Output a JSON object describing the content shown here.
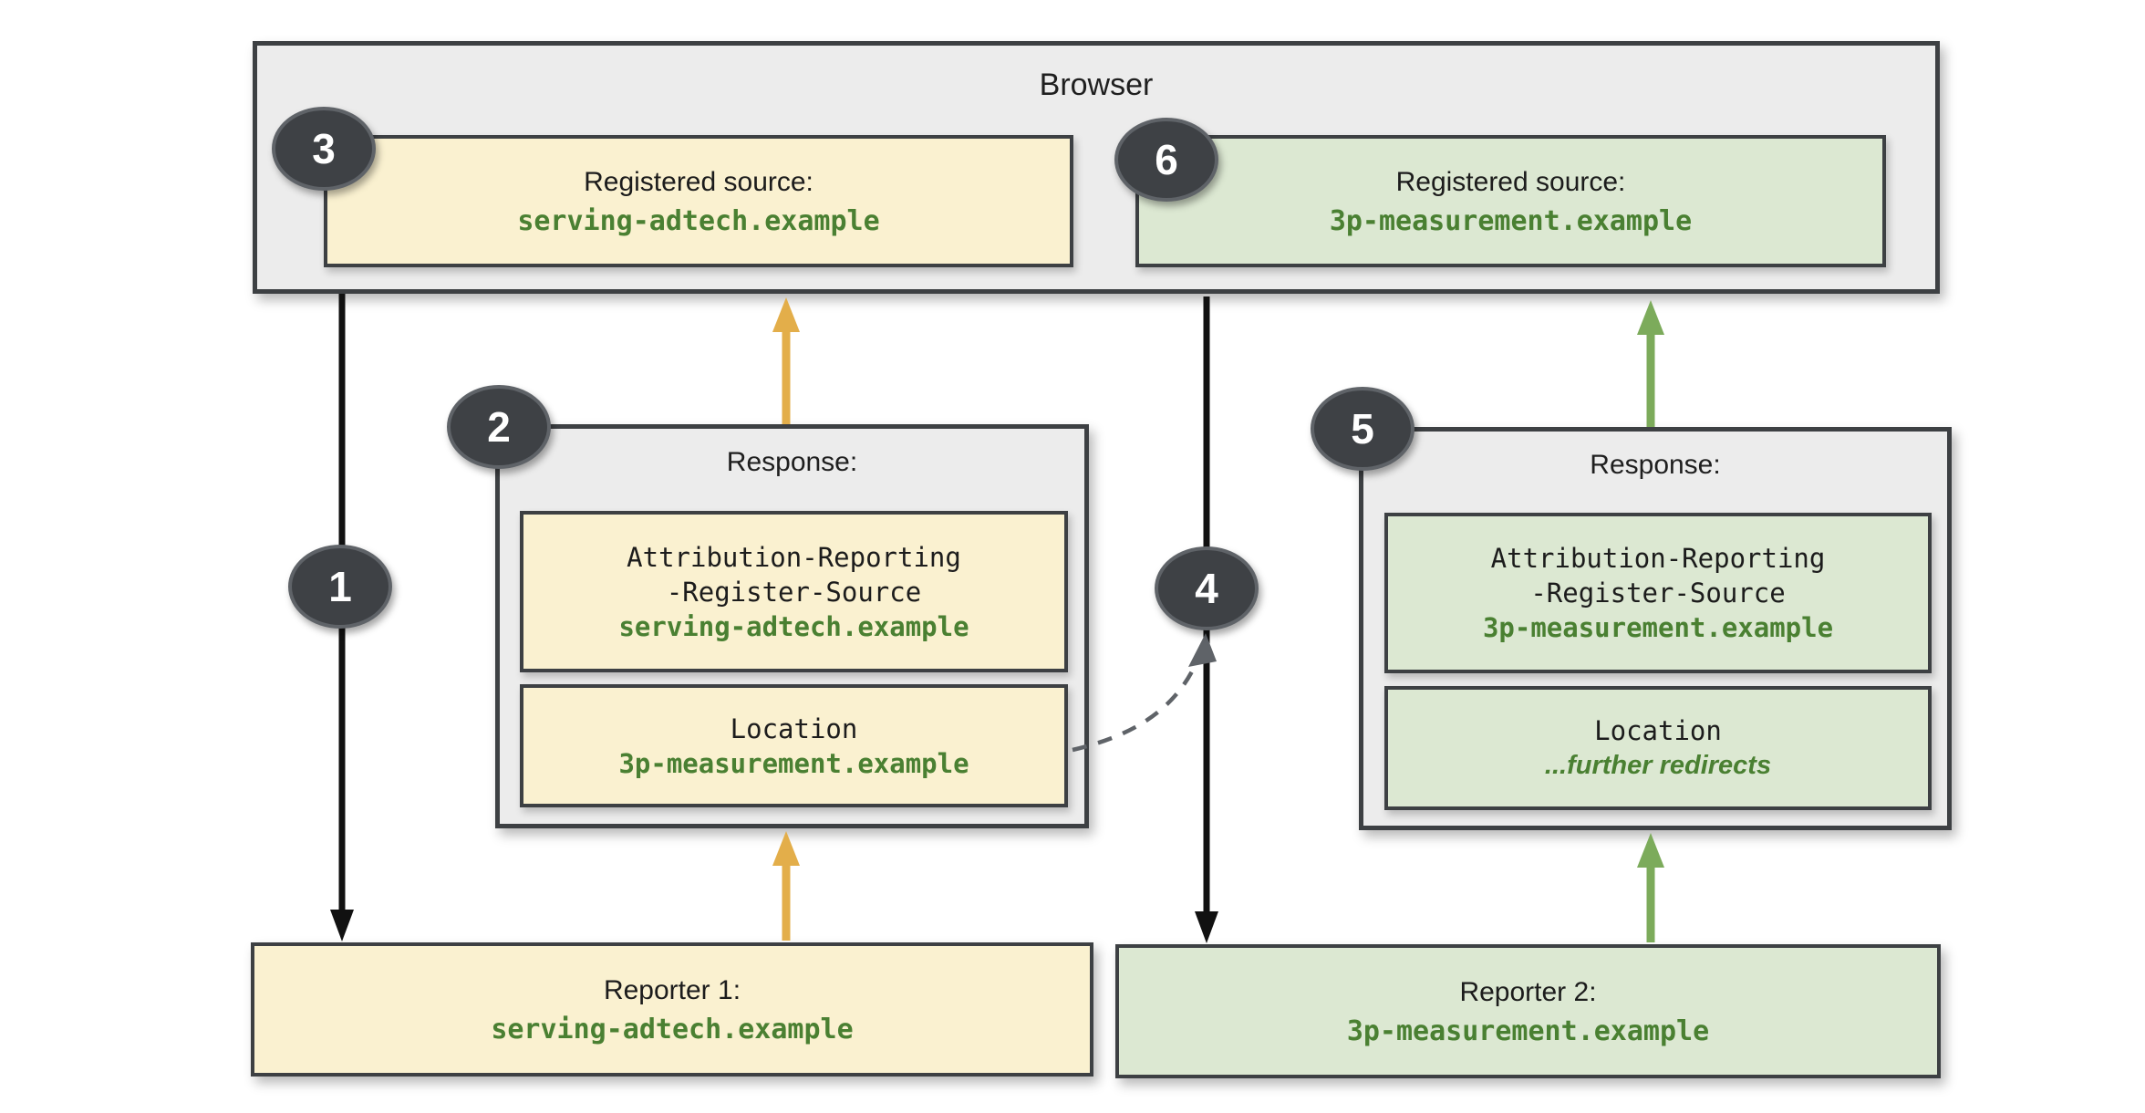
{
  "steps": [
    "1",
    "2",
    "3",
    "4",
    "5",
    "6"
  ],
  "browser": {
    "title": "Browser"
  },
  "registered_sources": [
    {
      "badge": "3",
      "label": "Registered source:",
      "domain": "serving-adtech.example",
      "theme": "yellow"
    },
    {
      "badge": "6",
      "label": "Registered source:",
      "domain": "3p-measurement.example",
      "theme": "green"
    }
  ],
  "responses": [
    {
      "badge": "2",
      "title": "Response:",
      "theme": "yellow",
      "header_box": {
        "line1": "Attribution-Reporting",
        "line2": "-Register-Source",
        "value": "serving-adtech.example"
      },
      "location_box": {
        "line1": "Location",
        "value": "3p-measurement.example"
      }
    },
    {
      "badge": "5",
      "title": "Response:",
      "theme": "green",
      "header_box": {
        "line1": "Attribution-Reporting",
        "line2": "-Register-Source",
        "value": "3p-measurement.example"
      },
      "location_box": {
        "line1": "Location",
        "value": "...further redirects"
      }
    }
  ],
  "reporters": [
    {
      "label": "Reporter 1:",
      "domain": "serving-adtech.example",
      "theme": "yellow"
    },
    {
      "label": "Reporter 2:",
      "domain": "3p-measurement.example",
      "theme": "green"
    }
  ],
  "colors": {
    "cream_fill": "#faf1d0",
    "light_green_fill": "#dce8d2",
    "panel_gray": "#ececec",
    "outline": "#3d4043",
    "badge_fill": "#3e4145",
    "badge_ring": "#5f6368",
    "green_text": "#4a8032",
    "yellow_arrow": "#e3ae4a",
    "green_arrow": "#7cab5b",
    "black_arrow": "#111111",
    "dashed_arrow": "#5f6368"
  }
}
